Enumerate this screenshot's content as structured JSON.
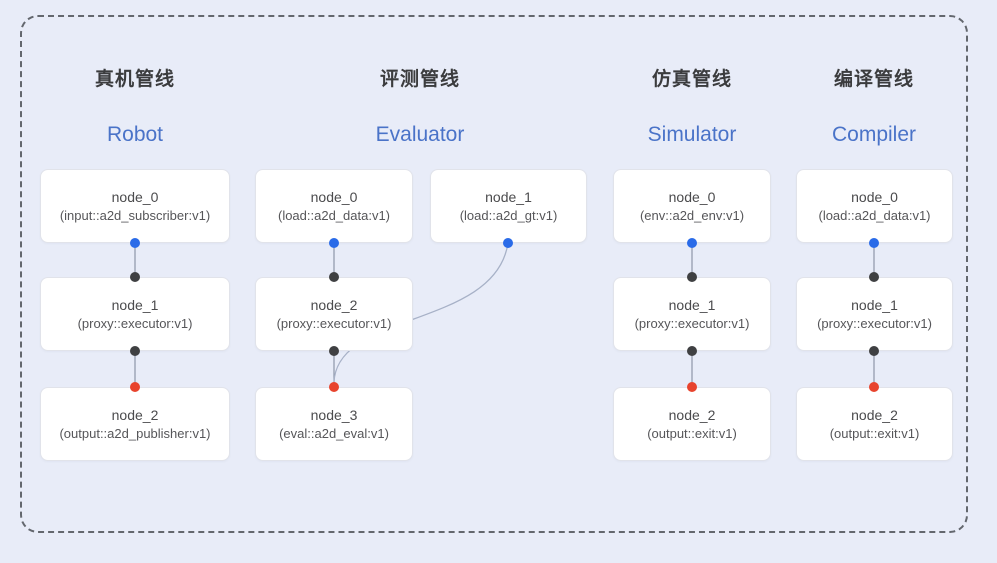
{
  "diagram": {
    "frame": {
      "style": "dashed-rounded"
    },
    "pipelines": [
      {
        "title_zh": "真机管线",
        "title_en": "Robot",
        "nodes": [
          {
            "name": "node_0",
            "type": "(input::a2d_subscriber:v1)"
          },
          {
            "name": "node_1",
            "type": "(proxy::executor:v1)"
          },
          {
            "name": "node_2",
            "type": "(output::a2d_publisher:v1)"
          }
        ]
      },
      {
        "title_zh": "评测管线",
        "title_en": "Evaluator",
        "nodes": [
          {
            "name": "node_0",
            "type": "(load::a2d_data:v1)"
          },
          {
            "name": "node_1",
            "type": "(load::a2d_gt:v1)"
          },
          {
            "name": "node_2",
            "type": "(proxy::executor:v1)"
          },
          {
            "name": "node_3",
            "type": "(eval::a2d_eval:v1)"
          }
        ]
      },
      {
        "title_zh": "仿真管线",
        "title_en": "Simulator",
        "nodes": [
          {
            "name": "node_0",
            "type": "(env::a2d_env:v1)"
          },
          {
            "name": "node_1",
            "type": "(proxy::executor:v1)"
          },
          {
            "name": "node_2",
            "type": "(output::exit:v1)"
          }
        ]
      },
      {
        "title_zh": "编译管线",
        "title_en": "Compiler",
        "nodes": [
          {
            "name": "node_0",
            "type": "(load::a2d_data:v1)"
          },
          {
            "name": "node_1",
            "type": "(proxy::executor:v1)"
          },
          {
            "name": "node_2",
            "type": "(output::exit:v1)"
          }
        ]
      }
    ],
    "ports": {
      "input_color": "#2A6BE8",
      "mid_color": "#3F4042",
      "output_color": "#E8432D"
    },
    "colors": {
      "background": "#E8ECF8",
      "node_fill": "#FFFFFF",
      "node_border": "#E1E3EA",
      "edge": "#8D96A8",
      "curve_edge": "#A7B1C7",
      "title_zh": "#3B3C3E",
      "title_en": "#4A73C8",
      "frame_dash": "#63676E"
    }
  }
}
